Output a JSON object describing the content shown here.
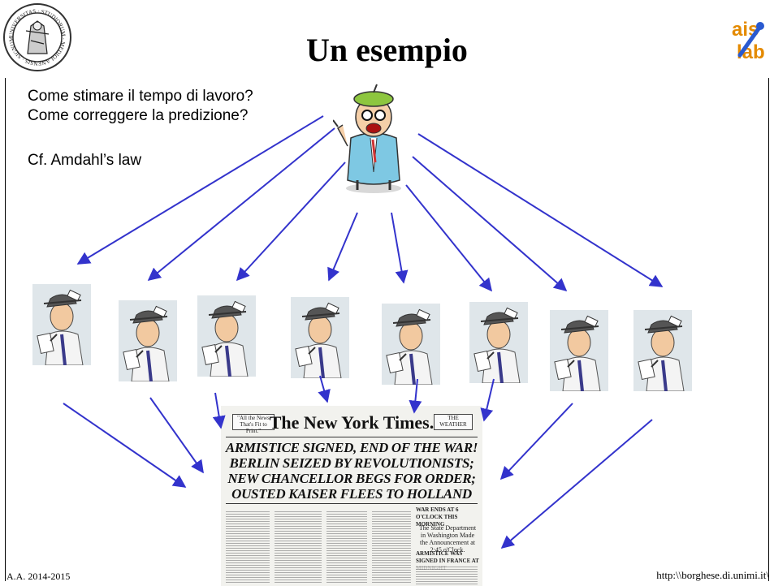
{
  "slide": {
    "title": "Un esempio",
    "question1": "Come stimare il tempo di lavoro?",
    "question2": "Come correggere la predizione?",
    "note": "Cf. Amdahl’s law",
    "footer_left": "A.A. 2014-2015",
    "footer_right": "http:\\\\borghese.di.unimi.it\\",
    "arrow_color": "#3333cc"
  },
  "logos": {
    "left": "university-seal",
    "left_text": "UNIVERSITAS · STUDIORUM · MEDIOLANENSIS · SIGNUM",
    "right_text": "ais lab",
    "right": "ais-lab-logo"
  },
  "newspaper": {
    "masthead": "The New York Times.",
    "ear_left": "\"All the News That's Fit to Print.\"",
    "ear_right": "THE WEATHER",
    "headline1": "ARMISTICE SIGNED, END OF THE WAR!",
    "headline2": "BERLIN SEIZED BY REVOLUTIONISTS;",
    "headline3": "NEW CHANCELLOR BEGS FOR ORDER;",
    "headline4": "OUSTED KAISER FLEES TO HOLLAND",
    "sub1": "WAR ENDS AT 6 O'CLOCK THIS MORNING",
    "sub2": "The State Department in Washington Made the Announcement at 2:45 o'Clock.",
    "sub3": "ARMISTICE WAS SIGNED IN FRANCE AT MIDNIGHT"
  }
}
